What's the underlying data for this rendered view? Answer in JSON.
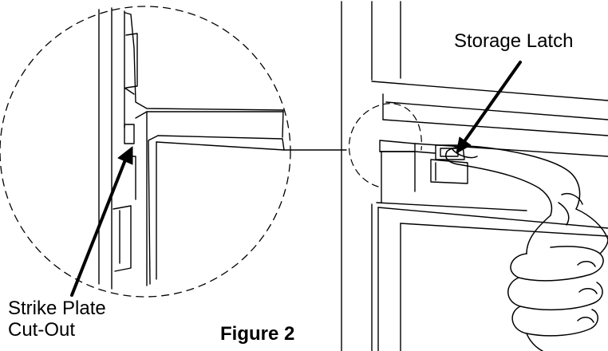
{
  "labels": {
    "storage_latch": "Storage Latch",
    "strike_plate_line1": "Strike Plate",
    "strike_plate_line2": "Cut-Out",
    "figure_caption": "Figure 2"
  }
}
